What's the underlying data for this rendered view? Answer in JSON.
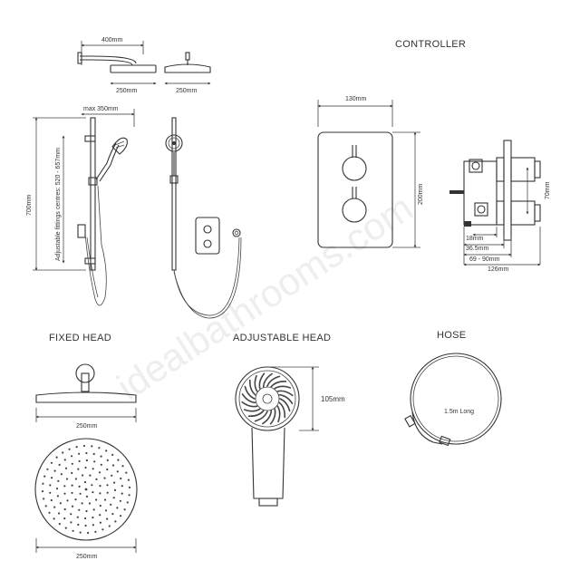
{
  "sections": {
    "controller": "CONTROLLER",
    "fixed_head": "FIXED HEAD",
    "adjustable_head": "ADJUSTABLE HEAD",
    "hose": "HOSE"
  },
  "dimensions": {
    "arm_length": "400mm",
    "head_side_width": "250mm",
    "head_front_width": "250mm",
    "rail_max_width": "max 350mm",
    "rail_height": "700mm",
    "fittings_centres": "Adjustable fittings centres: 520 - 657mm",
    "controller_width": "130mm",
    "controller_height": "200mm",
    "ctrl_depth_18": "18mm",
    "ctrl_depth_365": "36.5mm",
    "ctrl_depth_range": "69 - 90mm",
    "ctrl_depth_total": "126mm",
    "ctrl_centres": "70mm",
    "fixed_head_width_1": "250mm",
    "fixed_head_width_2": "250mm",
    "handset_height": "105mm",
    "hose_length": "1.5m Long"
  },
  "watermark": "idealbathrooms.com"
}
